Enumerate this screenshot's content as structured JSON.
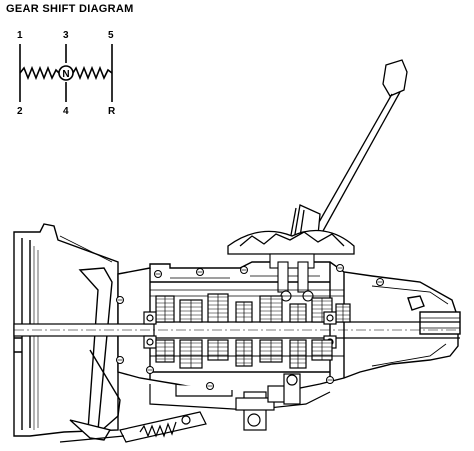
{
  "diagram": {
    "title": "GEAR SHIFT DIAGRAM",
    "shift_pattern": {
      "gear_top_left": "1",
      "gear_top_middle": "3",
      "gear_top_right": "5",
      "gear_bottom_left": "2",
      "gear_bottom_middle": "4",
      "gear_bottom_right": "R",
      "neutral": "N"
    },
    "colors": {
      "ink": "#000000",
      "paper": "#ffffff"
    }
  }
}
